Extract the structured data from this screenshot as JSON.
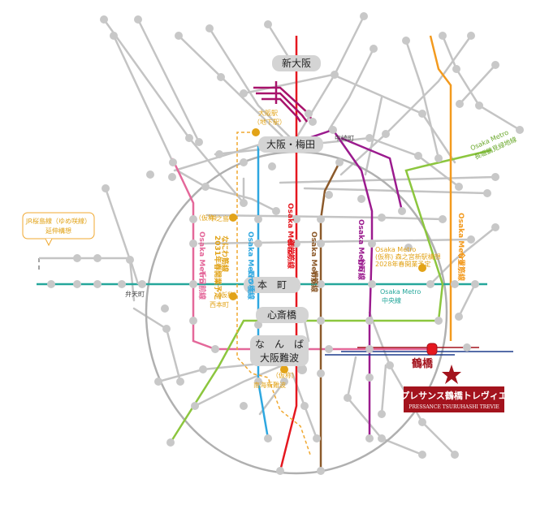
{
  "title": "",
  "colors": {
    "gray_line": "#c4c4c4",
    "station": "#c8c8c8",
    "hub_box": "#d4d4d4",
    "midosuji": "#e5171f",
    "tanimachi": "#9b1b8e",
    "yotsubashi": "#2ea7e0",
    "sennichimae": "#e4689a",
    "sakaisuji": "#8c5a2b",
    "chuo": "#25a79b",
    "nagahori": "#8cc63e",
    "imazatosuji": "#f39a1e",
    "osaka_loop": "#b0b0b0",
    "jr_sakurajima": "#f0a830",
    "kintetsu": "#1e3c8c",
    "highlight": "#a3131d"
  },
  "hubs": {
    "shin_osaka": "新大阪",
    "umeda": "大阪・梅田",
    "honmachi": "本　町",
    "shinsaibashi": "心斎橋",
    "namba": "な　ん　ば",
    "osaka_namba": "大阪難波",
    "tsuruhashi": "鶴橋"
  },
  "labels": {
    "osaka_station": "大阪駅",
    "osaka_station_sub": "（地下駅）",
    "nakazakicho": "中崎町",
    "nakanoshima_pre": "（仮称）",
    "nakanoshima": "中之島",
    "nishihonmachi_pre": "（仮称）",
    "nishihonmachi": "西本町",
    "minami_namba_pre": "（仮称）",
    "minami_namba": "南海新難波",
    "awaza": "弁天町",
    "jr_callout_line1": "JR桜島線（ゆめ咲線）",
    "jr_callout_line2": "延伸構想",
    "metro_nagahori_line1": "Osaka Metro",
    "metro_nagahori_line2": "長堀鶴見緑地線",
    "metro_chuo_line1": "Osaka Metro",
    "metro_chuo_line2": "中央線",
    "metro_mori_line1": "Osaka Metro",
    "metro_mori_line2": "(仮称) 森之宮新駅構想",
    "metro_mori_line3": "2028年春開業予定",
    "proj_name": "プレサンス鶴橋トレヴィエ",
    "proj_name_en": "PRESSANCE TSURUHASHI TREVIE"
  },
  "vertical_labels": {
    "sennichimae": [
      "Osaka Metro",
      "千日前線"
    ],
    "yotsubashi": [
      "Osaka Metro",
      "四つ橋線"
    ],
    "midosuji": [
      "Osaka Metro",
      "御堂筋線"
    ],
    "sakaisuji": [
      "Osaka Metro",
      "堺筋線"
    ],
    "tanimachi": [
      "Osaka Metro",
      "谷町線"
    ],
    "imazatosuji": [
      "Osaka Metro",
      "今里筋線"
    ],
    "naniwasuji": [
      "なにわ筋線",
      "2031年春開業予定"
    ]
  }
}
